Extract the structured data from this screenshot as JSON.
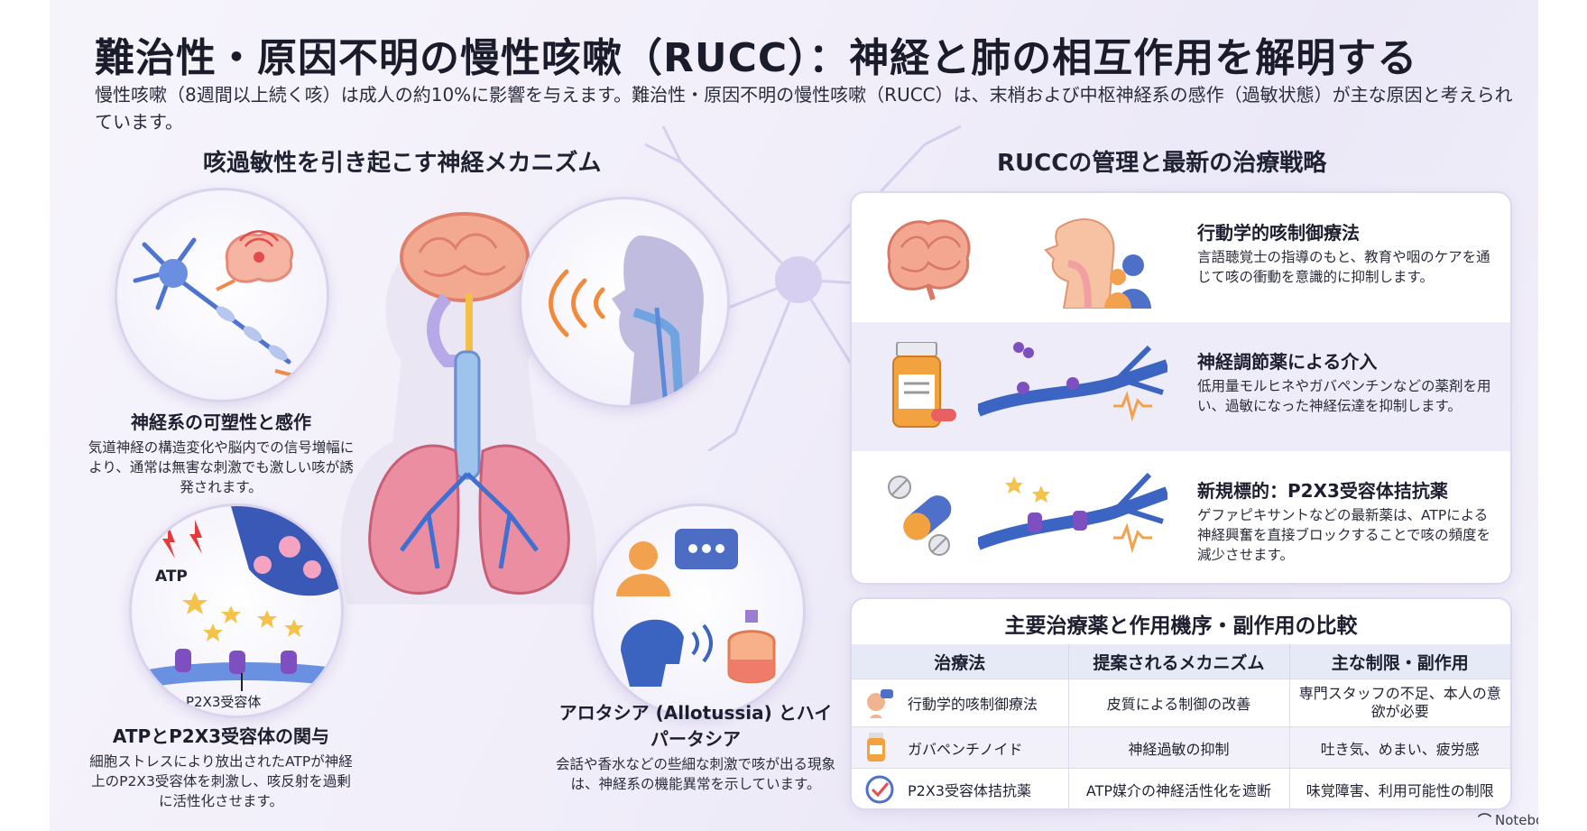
{
  "title": "難治性・原因不明の慢性咳嗽（RUCC）：神経と肺の相互作用を解明する",
  "intro": "慢性咳嗽（8週間以上続く咳）は成人の約10%に影響を与えます。難治性・原因不明の慢性咳嗽（RUCC）は、末梢および中枢神経系の感作（過敏状態）が主な原因と考えられています。",
  "left_section": {
    "heading": "咳過敏性を引き起こす神経メカニズム",
    "callouts": [
      {
        "title": "神経系の可塑性と感作",
        "body": "気道神経の構造変化や脳内での信号増幅により、通常は無害な刺激でも激しい咳が誘発されます。"
      },
      {
        "title": "ATPとP2X3受容体の関与",
        "body": "細胞ストレスにより放出されたATPが神経上のP2X3受容体を刺激し、咳反射を過剰に活性化させます。"
      },
      {
        "title": "アロタシア (Allotussia) とハイパータシア",
        "body": "会話や香水などの些細な刺激で咳が出る現象は、神経系の機能異常を示しています。"
      }
    ],
    "labels": {
      "atp": "ATP",
      "receptor": "P2X3受容体"
    }
  },
  "right_section": {
    "heading": "RUCCの管理と最新の治療戦略",
    "treatments": [
      {
        "title": "行動学的咳制御療法",
        "body": "言語聴覚士の指導のもと、教育や咽のケアを通じて咳の衝動を意識的に抑制します。"
      },
      {
        "title": "神経調節薬による介入",
        "body": "低用量モルヒネやガバペンチンなどの薬剤を用い、過敏になった神経伝達を抑制します。"
      },
      {
        "title": "新規標的：P2X3受容体拮抗薬",
        "body": "ゲファピキサントなどの最新薬は、ATPによる神経興奮を直接ブロックすることで咳の頻度を減少させます。"
      }
    ]
  },
  "comparison": {
    "title": "主要治療薬と作用機序・副作用の比較",
    "headers": [
      "治療法",
      "提案されるメカニズム",
      "主な制限・副作用"
    ],
    "rows": [
      {
        "therapy": "行動学的咳制御療法",
        "mechanism": "皮質による制御の改善",
        "limitation": "専門スタッフの不足、本人の意欲が必要"
      },
      {
        "therapy": "ガバペンチノイド",
        "mechanism": "神経過敏の抑制",
        "limitation": "吐き気、めまい、疲労感"
      },
      {
        "therapy": "P2X3受容体拮抗薬",
        "mechanism": "ATP媒介の神経活性化を遮断",
        "limitation": "味覚障害、利用可能性の制限"
      }
    ]
  },
  "brand": "NotebookLM",
  "icons": [
    "neuron-icon",
    "brain-icon",
    "speaking-head-icon",
    "lungs-icon",
    "synapse-icon",
    "chat-bubble-icon",
    "perfume-icon",
    "pill-bottle-icon",
    "capsule-icon",
    "receptor-icon"
  ],
  "colors": {
    "accent_purple": "#6b4fb0",
    "nerve_blue": "#4a6fd0",
    "lung_pink": "#e9899e",
    "brain_orange": "#f0a070"
  }
}
